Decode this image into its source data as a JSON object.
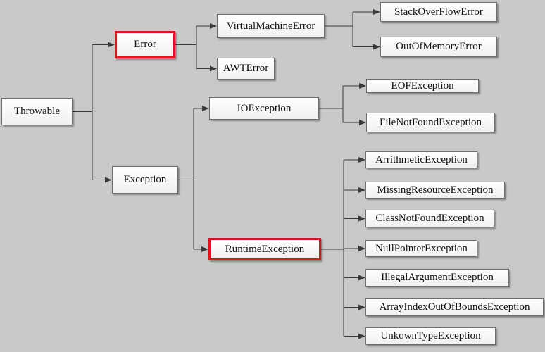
{
  "diagram": {
    "nodes": [
      {
        "id": "throwable",
        "label": "Throwable"
      },
      {
        "id": "error",
        "label": "Error",
        "highlighted": true
      },
      {
        "id": "exception",
        "label": "Exception"
      },
      {
        "id": "vme",
        "label": "VirtualMachineError"
      },
      {
        "id": "awt",
        "label": "AWTError"
      },
      {
        "id": "so",
        "label": "StackOverFlowError"
      },
      {
        "id": "oom",
        "label": "OutOfMemoryError"
      },
      {
        "id": "io",
        "label": "IOException"
      },
      {
        "id": "eof",
        "label": "EOFException"
      },
      {
        "id": "fnf",
        "label": "FileNotFoundException"
      },
      {
        "id": "rt",
        "label": "RuntimeException",
        "highlighted": true
      },
      {
        "id": "arith",
        "label": "ArrithmeticException"
      },
      {
        "id": "missing",
        "label": "MissingResourceException"
      },
      {
        "id": "cnf",
        "label": "ClassNotFoundException"
      },
      {
        "id": "npe",
        "label": "NullPointerException"
      },
      {
        "id": "iae",
        "label": "IllegalArgumentException"
      },
      {
        "id": "aioobe",
        "label": "ArrayIndexOutOfBoundsException"
      },
      {
        "id": "ute",
        "label": "UnkownTypeException"
      }
    ],
    "edges": [
      [
        "throwable",
        "error"
      ],
      [
        "throwable",
        "exception"
      ],
      [
        "error",
        "vme"
      ],
      [
        "error",
        "awt"
      ],
      [
        "vme",
        "so"
      ],
      [
        "vme",
        "oom"
      ],
      [
        "exception",
        "io"
      ],
      [
        "exception",
        "rt"
      ],
      [
        "io",
        "eof"
      ],
      [
        "io",
        "fnf"
      ],
      [
        "rt",
        "arith"
      ],
      [
        "rt",
        "missing"
      ],
      [
        "rt",
        "cnf"
      ],
      [
        "rt",
        "npe"
      ],
      [
        "rt",
        "iae"
      ],
      [
        "rt",
        "aioobe"
      ],
      [
        "rt",
        "ute"
      ]
    ],
    "colors": {
      "background": "#c9c9c9",
      "highlight": "#e0141e",
      "line": "#3a3a3a"
    }
  }
}
